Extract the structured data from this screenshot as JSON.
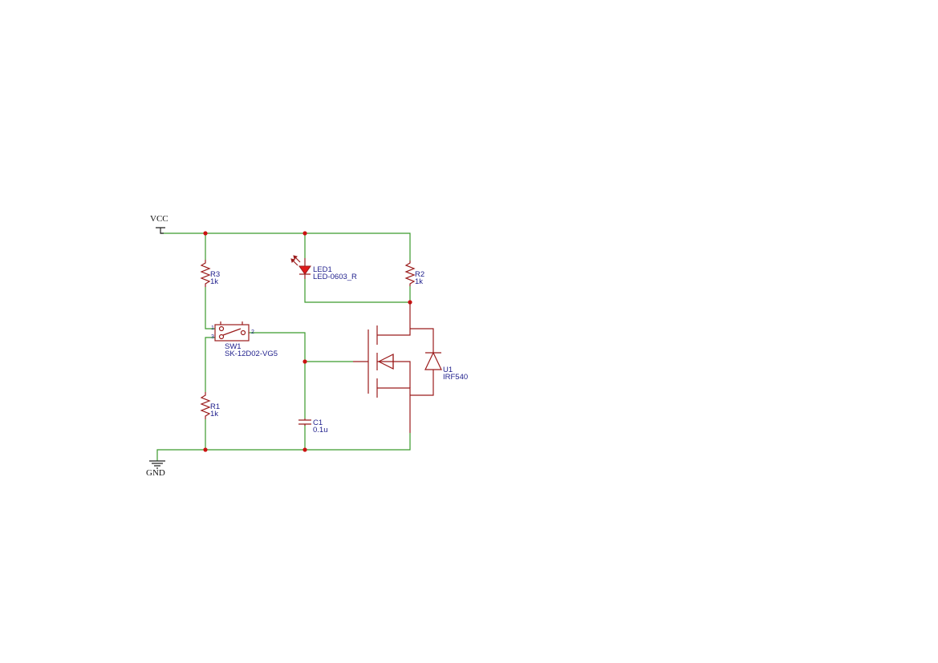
{
  "nets": {
    "vcc": "VCC",
    "gnd": "GND"
  },
  "components": {
    "r3": {
      "ref": "R3",
      "value": "1k"
    },
    "r1": {
      "ref": "R1",
      "value": "1k"
    },
    "r2": {
      "ref": "R2",
      "value": "1k"
    },
    "led1": {
      "ref": "LED1",
      "value": "LED-0603_R"
    },
    "sw1": {
      "ref": "SW1",
      "value": "SK-12D02-VG5",
      "pins": {
        "p1": "1",
        "p2": "2",
        "p3": "3"
      }
    },
    "c1": {
      "ref": "C1",
      "value": "0.1u"
    },
    "u1": {
      "ref": "U1",
      "value": "IRF540"
    }
  },
  "colors": {
    "wire": "#3b9a2c",
    "part": "#9b1c1c",
    "label": "#1f1f8c",
    "junction": "#cc1111",
    "led": "#e01b1b"
  }
}
